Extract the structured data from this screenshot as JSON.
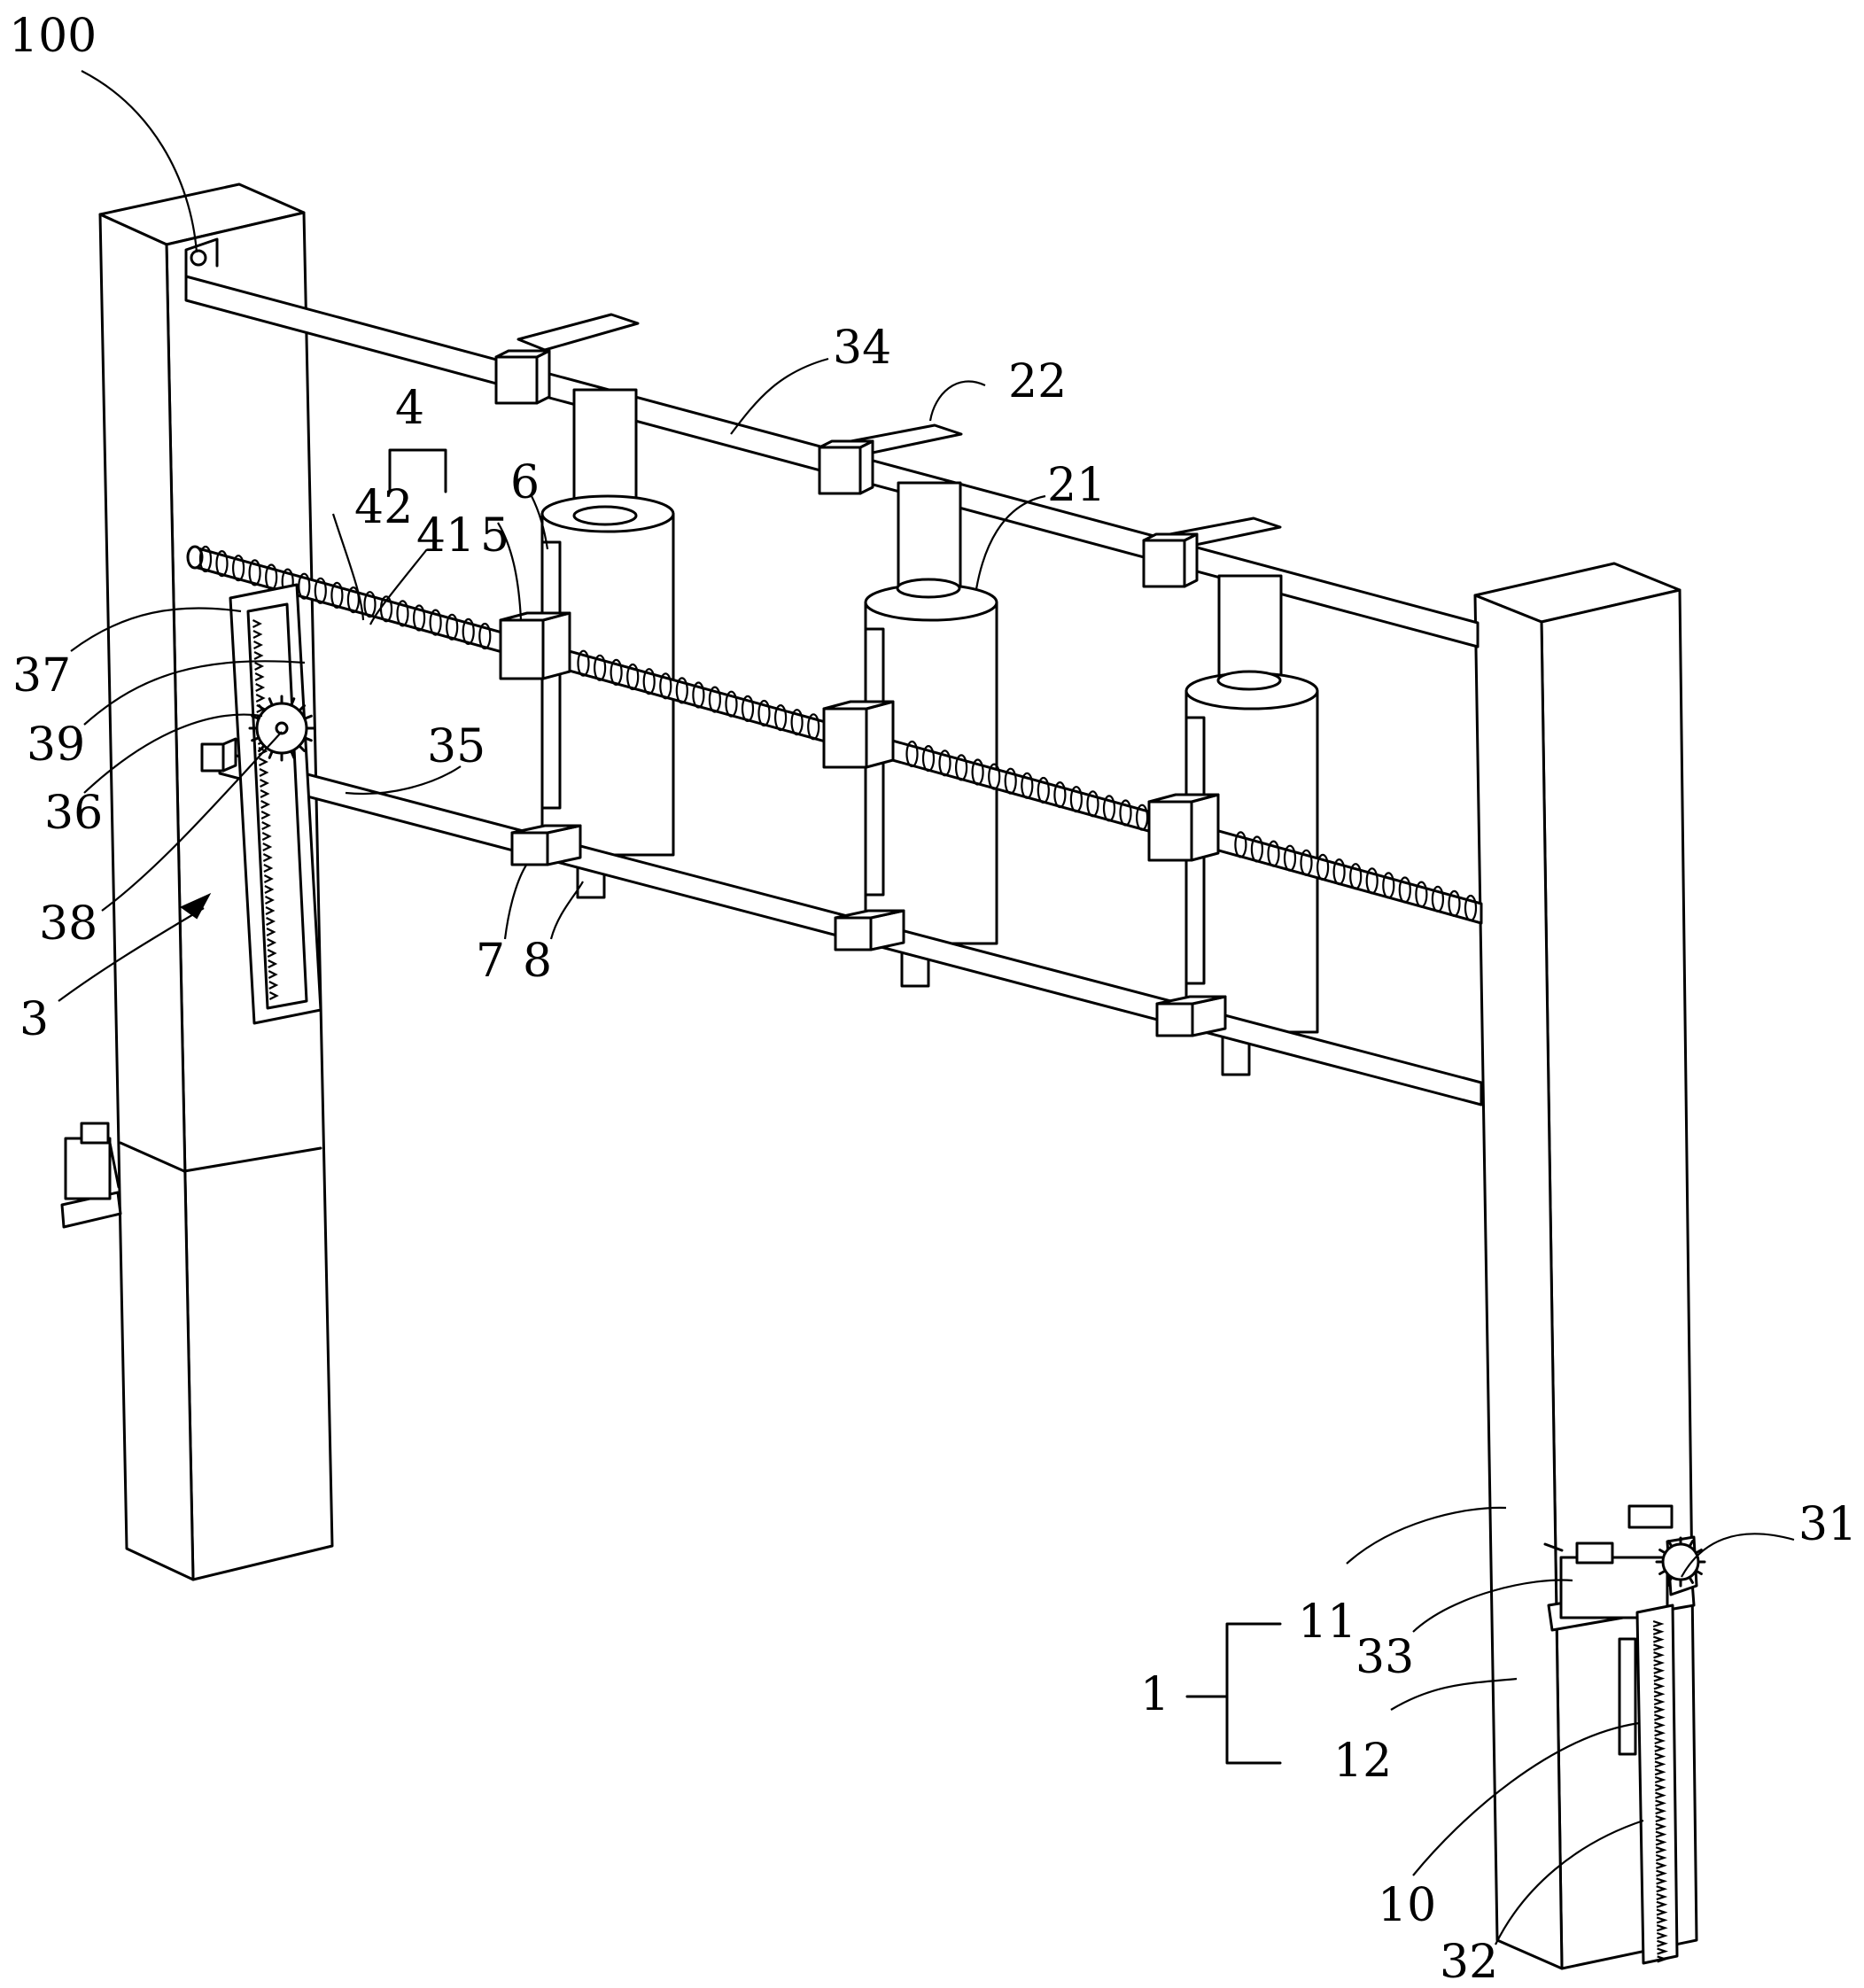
{
  "figure": {
    "labels": {
      "l100": "100",
      "l34": "34",
      "l22": "22",
      "l21": "21",
      "l4": "4",
      "l42": "42",
      "l41": "41",
      "l5": "5",
      "l6": "6",
      "l37": "37",
      "l39": "39",
      "l36": "36",
      "l35": "35",
      "l38": "38",
      "l3": "3",
      "l7": "7",
      "l8": "8",
      "l31": "31",
      "l11": "11",
      "l33": "33",
      "l1": "1",
      "l12": "12",
      "l10": "10",
      "l32": "32"
    }
  }
}
